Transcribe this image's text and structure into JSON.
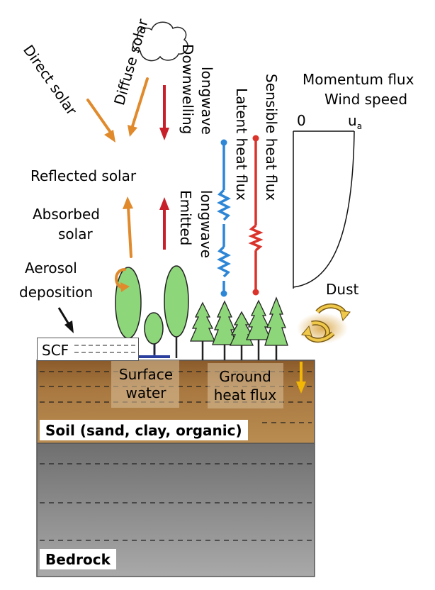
{
  "labels": {
    "direct_solar": "Direct solar",
    "diffuse_solar": "Diffuse solar",
    "downwelling_longwave_1": "Downwelling",
    "downwelling_longwave_2": "longwave",
    "reflected_solar": "Reflected solar",
    "absorbed_solar_1": "Absorbed",
    "absorbed_solar_2": "solar",
    "emitted_longwave_1": "Emitted",
    "emitted_longwave_2": "longwave",
    "latent_heat_flux": "Latent heat flux",
    "sensible_heat_flux": "Sensible heat flux",
    "momentum_flux": "Momentum flux",
    "wind_speed": "Wind speed",
    "wind_zero": "0",
    "wind_u": "u",
    "wind_u_sub": "a",
    "aerosol_1": "Aerosol",
    "aerosol_2": "deposition",
    "dust": "Dust",
    "scf": "SCF",
    "surface_water_1": "Surface",
    "surface_water_2": "water",
    "ground_heat_1": "Ground",
    "ground_heat_2": "heat flux",
    "soil": "Soil (sand, clay, organic)",
    "bedrock": "Bedrock"
  },
  "colors": {
    "solar_arrow": "#e08a2c",
    "longwave_arrow": "#c8202a",
    "latent": "#2e86d6",
    "sensible": "#d9332b",
    "soil": "#b5894f",
    "soil_dark": "#8a5a2a",
    "bedrock": "#8e8e8e",
    "tree": "#8ed67a",
    "ground_heat_arrow": "#f2b705",
    "water_line": "#2a3f9e"
  }
}
